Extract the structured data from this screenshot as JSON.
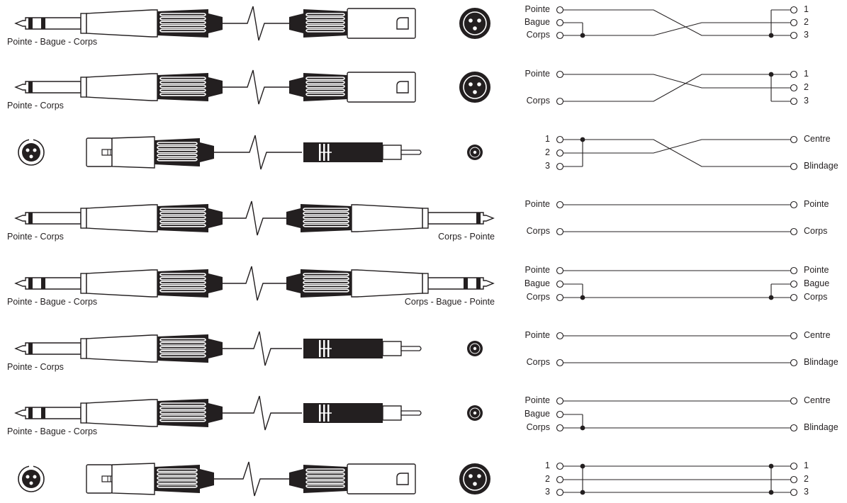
{
  "colors": {
    "ink": "#231f20",
    "background": "#ffffff"
  },
  "rows": [
    {
      "cable": {
        "left": "jack-trs",
        "right": "xlr-male",
        "face": "xlr-male-face",
        "left_caption": "Pointe - Bague - Corps",
        "right_caption": ""
      },
      "wiring": {
        "left": [
          "Pointe",
          "Bague",
          "Corps"
        ],
        "right": [
          "1",
          "2",
          "3"
        ],
        "wires": [
          [
            0,
            2
          ],
          [
            2,
            1
          ]
        ],
        "left_bridges": [
          [
            1,
            2
          ]
        ],
        "right_bridges": [
          [
            0,
            2
          ]
        ]
      }
    },
    {
      "cable": {
        "left": "jack-ts",
        "right": "xlr-male",
        "face": "xlr-male-face",
        "left_caption": "Pointe - Corps",
        "right_caption": ""
      },
      "wiring": {
        "left": [
          "Pointe",
          "",
          "Corps"
        ],
        "right": [
          "1",
          "2",
          "3"
        ],
        "wires": [
          [
            0,
            1
          ],
          [
            2,
            0
          ]
        ],
        "left_bridges": [],
        "right_bridges": [
          [
            0,
            2
          ]
        ]
      }
    },
    {
      "cable": {
        "left": "xlr-female",
        "right": "rca",
        "face": "rca-face",
        "left_caption": "",
        "right_caption": ""
      },
      "wiring": {
        "left": [
          "1",
          "2",
          "3"
        ],
        "right": [
          "Centre",
          "",
          "Blindage"
        ],
        "wires": [
          [
            0,
            2
          ],
          [
            1,
            0
          ]
        ],
        "left_bridges": [
          [
            0,
            2
          ]
        ],
        "right_bridges": []
      }
    },
    {
      "cable": {
        "left": "jack-ts",
        "right": "jack-ts",
        "face": "",
        "left_caption": "Pointe - Corps",
        "right_caption": "Corps - Pointe"
      },
      "wiring": {
        "left": [
          "Pointe",
          "",
          "Corps"
        ],
        "right": [
          "Pointe",
          "",
          "Corps"
        ],
        "wires": [
          [
            0,
            0
          ],
          [
            2,
            2
          ]
        ],
        "left_bridges": [],
        "right_bridges": []
      }
    },
    {
      "cable": {
        "left": "jack-trs",
        "right": "jack-trs",
        "face": "",
        "left_caption": "Pointe - Bague - Corps",
        "right_caption": "Corps - Bague - Pointe"
      },
      "wiring": {
        "left": [
          "Pointe",
          "Bague",
          "Corps"
        ],
        "right": [
          "Pointe",
          "Bague",
          "Corps"
        ],
        "wires": [
          [
            0,
            0
          ],
          [
            2,
            2
          ]
        ],
        "left_bridges": [
          [
            1,
            2
          ]
        ],
        "right_bridges": [
          [
            1,
            2
          ]
        ]
      }
    },
    {
      "cable": {
        "left": "jack-ts",
        "right": "rca",
        "face": "rca-face",
        "left_caption": "Pointe - Corps",
        "right_caption": ""
      },
      "wiring": {
        "left": [
          "Pointe",
          "",
          "Corps"
        ],
        "right": [
          "Centre",
          "",
          "Blindage"
        ],
        "wires": [
          [
            0,
            0
          ],
          [
            2,
            2
          ]
        ],
        "left_bridges": [],
        "right_bridges": []
      }
    },
    {
      "cable": {
        "left": "jack-trs",
        "right": "rca",
        "face": "rca-face",
        "left_caption": "Pointe - Bague - Corps",
        "right_caption": ""
      },
      "wiring": {
        "left": [
          "Pointe",
          "Bague",
          "Corps"
        ],
        "right": [
          "Centre",
          "",
          "Blindage"
        ],
        "wires": [
          [
            0,
            0
          ],
          [
            2,
            2
          ]
        ],
        "left_bridges": [
          [
            1,
            2
          ]
        ],
        "right_bridges": []
      }
    },
    {
      "cable": {
        "left": "xlr-female",
        "right": "xlr-male",
        "face": "xlr-male-face",
        "left_caption": "",
        "right_caption": ""
      },
      "wiring": {
        "left": [
          "1",
          "2",
          "3"
        ],
        "right": [
          "1",
          "2",
          "3"
        ],
        "wires": [
          [
            0,
            0
          ],
          [
            1,
            1
          ],
          [
            2,
            2
          ]
        ],
        "left_bridges": [
          [
            0,
            2
          ]
        ],
        "right_bridges": [
          [
            0,
            2
          ]
        ]
      }
    }
  ]
}
